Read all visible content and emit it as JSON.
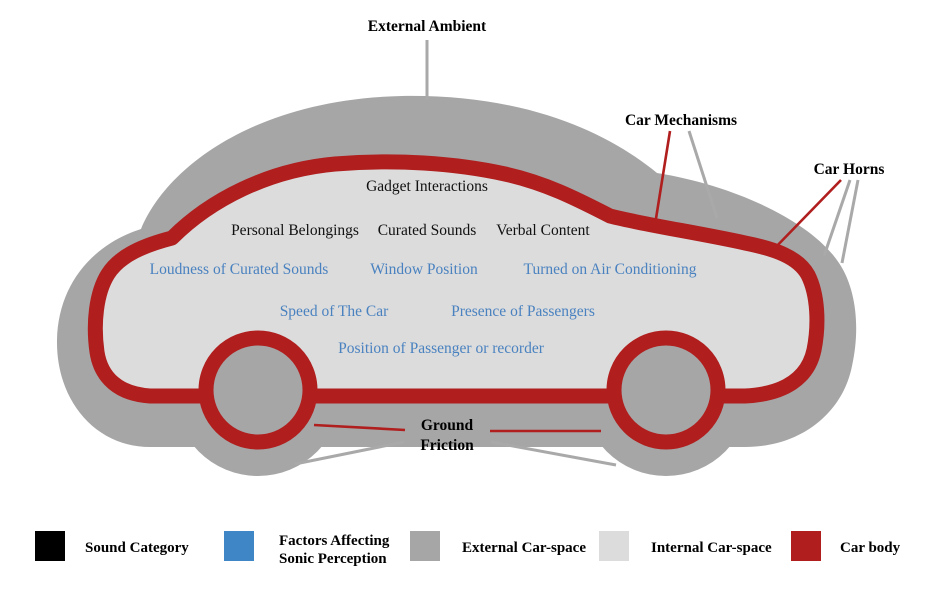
{
  "colors": {
    "car_body_red": "#b01e1e",
    "external_space_gray": "#a6a6a6",
    "internal_space_gray": "#dcdcdc",
    "factor_blue": "#4a82c0",
    "sound_category_black": "#000000",
    "legend_blue": "#3e86c5",
    "connector_gray": "#a9a9a9"
  },
  "callouts": {
    "external_ambient": "External Ambient",
    "car_mechanisms": "Car Mechanisms",
    "car_horns": "Car Horns",
    "ground_friction": {
      "line1": "Ground",
      "line2": "Friction"
    }
  },
  "sound_categories": {
    "gadget_interactions": "Gadget Interactions",
    "personal_belongings": "Personal Belongings",
    "curated_sounds": "Curated Sounds",
    "verbal_content": "Verbal Content"
  },
  "factors": {
    "loudness": "Loudness of Curated Sounds",
    "window_position": "Window Position",
    "air_conditioning": "Turned on Air Conditioning",
    "speed": "Speed of The Car",
    "passengers": "Presence of Passengers",
    "recorder_position": "Position of Passenger or recorder"
  },
  "legend": {
    "items": [
      {
        "label": "Sound Category",
        "color": "#000000"
      },
      {
        "label_line1": "Factors Affecting",
        "label_line2": "Sonic Perception",
        "color": "#3e86c5"
      },
      {
        "label": "External Car-space",
        "color": "#a6a6a6"
      },
      {
        "label": "Internal Car-space",
        "color": "#dcdcdc"
      },
      {
        "label": "Car body",
        "color": "#b01e1e"
      }
    ]
  }
}
